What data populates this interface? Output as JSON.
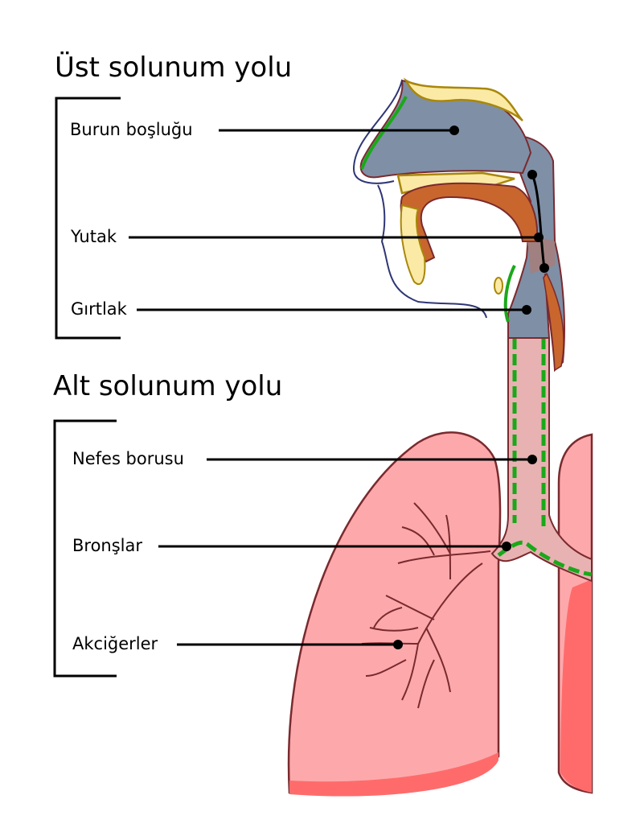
{
  "upper_tract": {
    "title": "Üst solunum yolu",
    "labels": [
      "Burun boşluğu",
      "Yutak",
      "Gırtlak"
    ]
  },
  "lower_tract": {
    "title": "Alt solunum yolu",
    "labels": [
      "Nefes borusu",
      "Bronşlar",
      "Akciğerler"
    ]
  },
  "colors": {
    "lung": "#fda9ab",
    "lung_dark": "#ff6b6b",
    "airway": "#7f8fa6",
    "trachea": "#e8b2b2",
    "bone": "#fbeaa5",
    "muscle": "#c8662e",
    "cilia": "#1aa81a"
  }
}
